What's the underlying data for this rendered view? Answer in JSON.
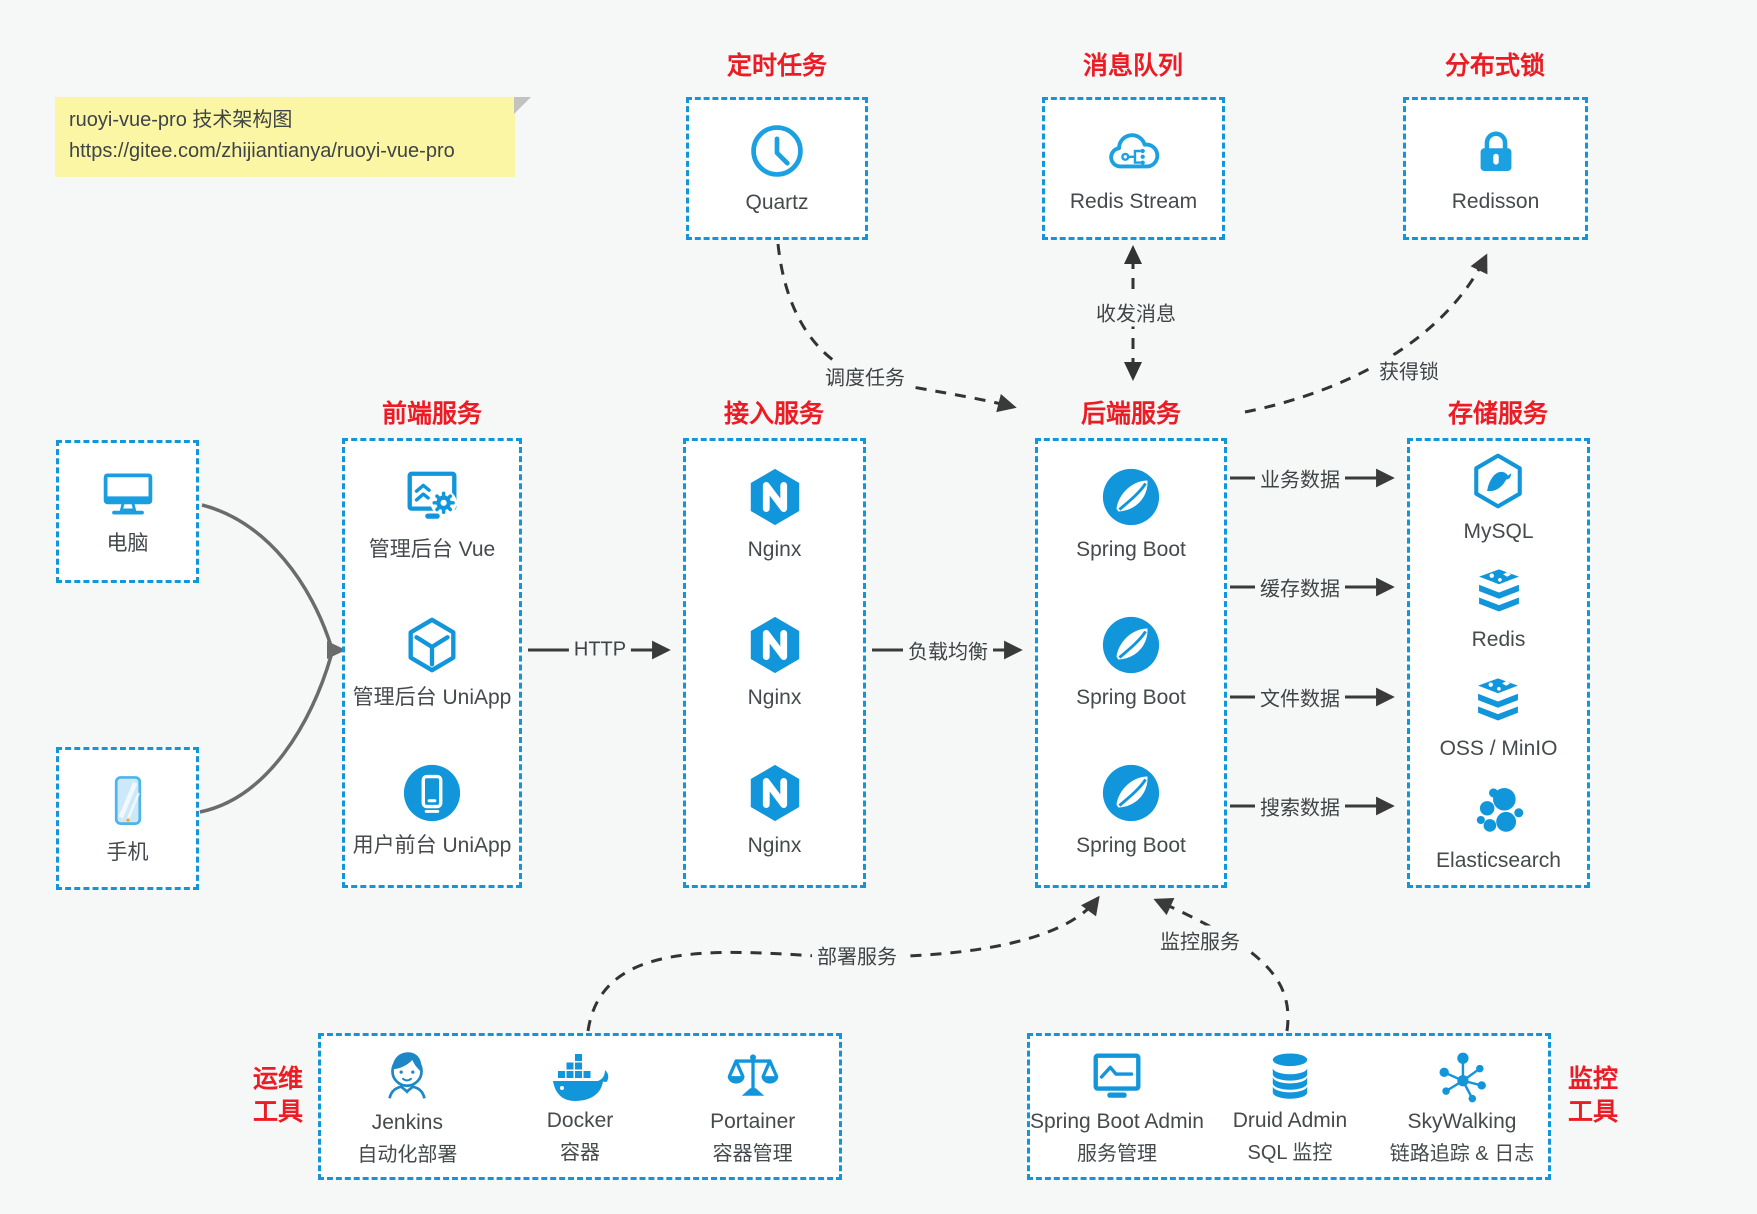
{
  "colors": {
    "accent_blue": "#1296db",
    "title_red": "#ed1b23",
    "background": "#f6f7f7",
    "arrow_dark": "#3a3a3a",
    "note_yellow": "#fbf6a4"
  },
  "note": {
    "line1": "ruoyi-vue-pro 技术架构图",
    "line2": "https://gitee.com/zhijiantianya/ruoyi-vue-pro"
  },
  "groups": {
    "scheduler": {
      "title": "定时任务",
      "item": {
        "label": "Quartz",
        "icon": "clock-icon"
      }
    },
    "mq": {
      "title": "消息队列",
      "item": {
        "label": "Redis Stream",
        "icon": "cloud-stream-icon"
      }
    },
    "lock": {
      "title": "分布式锁",
      "item": {
        "label": "Redisson",
        "icon": "lock-icon"
      }
    },
    "clients": {
      "pc": {
        "label": "电脑",
        "icon": "desktop-icon"
      },
      "phone": {
        "label": "手机",
        "icon": "phone-icon"
      }
    },
    "frontend": {
      "title": "前端服务",
      "items": [
        {
          "label": "管理后台 Vue",
          "icon": "admin-vue-icon"
        },
        {
          "label": "管理后台 UniApp",
          "icon": "uniapp-cube-icon"
        },
        {
          "label": "用户前台 UniApp",
          "icon": "user-uniapp-icon"
        }
      ]
    },
    "gateway": {
      "title": "接入服务",
      "items": [
        {
          "label": "Nginx",
          "icon": "nginx-icon"
        },
        {
          "label": "Nginx",
          "icon": "nginx-icon"
        },
        {
          "label": "Nginx",
          "icon": "nginx-icon"
        }
      ]
    },
    "backend": {
      "title": "后端服务",
      "items": [
        {
          "label": "Spring Boot",
          "icon": "spring-boot-icon"
        },
        {
          "label": "Spring Boot",
          "icon": "spring-boot-icon"
        },
        {
          "label": "Spring Boot",
          "icon": "spring-boot-icon"
        }
      ]
    },
    "storage": {
      "title": "存储服务",
      "items": [
        {
          "label": "MySQL",
          "icon": "mysql-icon"
        },
        {
          "label": "Redis",
          "icon": "redis-stack-icon"
        },
        {
          "label": "OSS / MinIO",
          "icon": "oss-stack-icon"
        },
        {
          "label": "Elasticsearch",
          "icon": "elasticsearch-icon"
        }
      ]
    },
    "devops": {
      "title_lines": [
        "运维",
        "工具"
      ],
      "items": [
        {
          "name": "Jenkins",
          "desc": "自动化部署",
          "icon": "jenkins-icon"
        },
        {
          "name": "Docker",
          "desc": "容器",
          "icon": "docker-icon"
        },
        {
          "name": "Portainer",
          "desc": "容器管理",
          "icon": "portainer-icon"
        }
      ]
    },
    "monitoring": {
      "title_lines": [
        "监控",
        "工具"
      ],
      "items": [
        {
          "name": "Spring Boot Admin",
          "desc": "服务管理",
          "icon": "spring-boot-admin-icon"
        },
        {
          "name": "Druid Admin",
          "desc": "SQL 监控",
          "icon": "druid-icon"
        },
        {
          "name": "SkyWalking",
          "desc": "链路追踪 & 日志",
          "icon": "skywalking-icon"
        }
      ]
    }
  },
  "edges": {
    "http": "HTTP",
    "load_balance": "负载均衡",
    "schedule_task": "调度任务",
    "send_receive_msg": "收发消息",
    "acquire_lock": "获得锁",
    "business_data": "业务数据",
    "cache_data": "缓存数据",
    "file_data": "文件数据",
    "search_data": "搜索数据",
    "deploy_service": "部署服务",
    "monitor_service": "监控服务"
  }
}
